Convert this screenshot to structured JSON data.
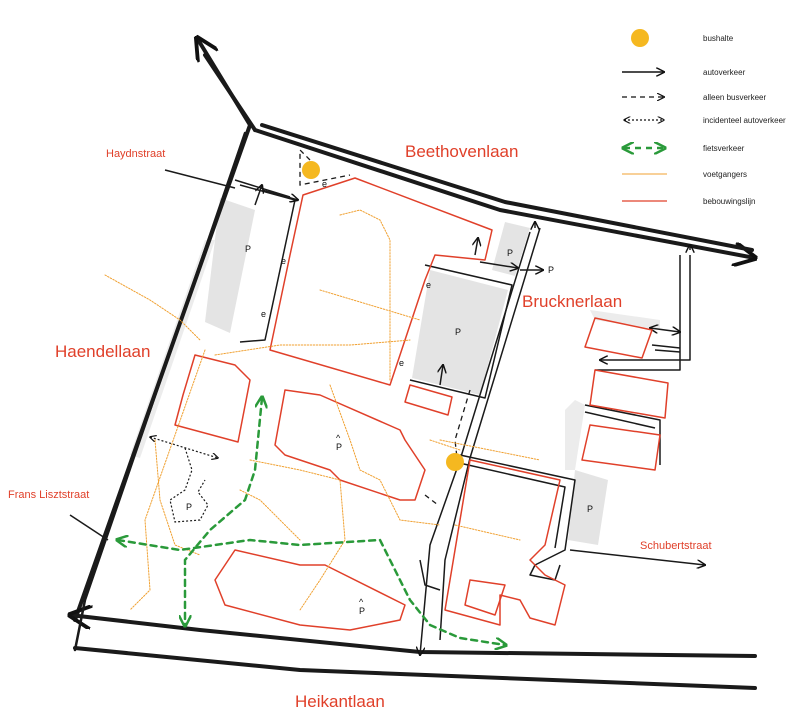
{
  "streets": {
    "beethovenlaan": "Beethovenlaan",
    "haydnstraat": "Haydnstraat",
    "haendellaan": "Haendellaan",
    "brucknerlaan": "Brucknerlaan",
    "frans_lisztstraat": "Frans Lisztstraat",
    "schubertstraat": "Schubertstraat",
    "heikantlaan": "Heikantlaan"
  },
  "legend": {
    "items": [
      {
        "symbol": "bus-stop-dot",
        "label": "bushalte"
      },
      {
        "symbol": "solid-arrow",
        "label": "autoverkeer"
      },
      {
        "symbol": "dashed-arrow",
        "label": "alleen busverkeer"
      },
      {
        "symbol": "dotted-double-arrow",
        "label": "incidenteel autoverkeer"
      },
      {
        "symbol": "green-dashed-arrow",
        "label": "fietsverkeer"
      },
      {
        "symbol": "orange-line",
        "label": "voetgangers"
      },
      {
        "symbol": "red-line",
        "label": "bebouwingslijn"
      }
    ]
  },
  "map_labels": {
    "parking": "P",
    "parking_garage": "P",
    "entrance": "e"
  },
  "colors": {
    "road": "#1a1a1a",
    "building_line": "#e0402a",
    "pedestrian": "#f0a030",
    "bicycle": "#2a9a3a",
    "parking_fill": "#e4e4e4",
    "bus_stop": "#f5b820",
    "street_label": "#e0402a"
  }
}
